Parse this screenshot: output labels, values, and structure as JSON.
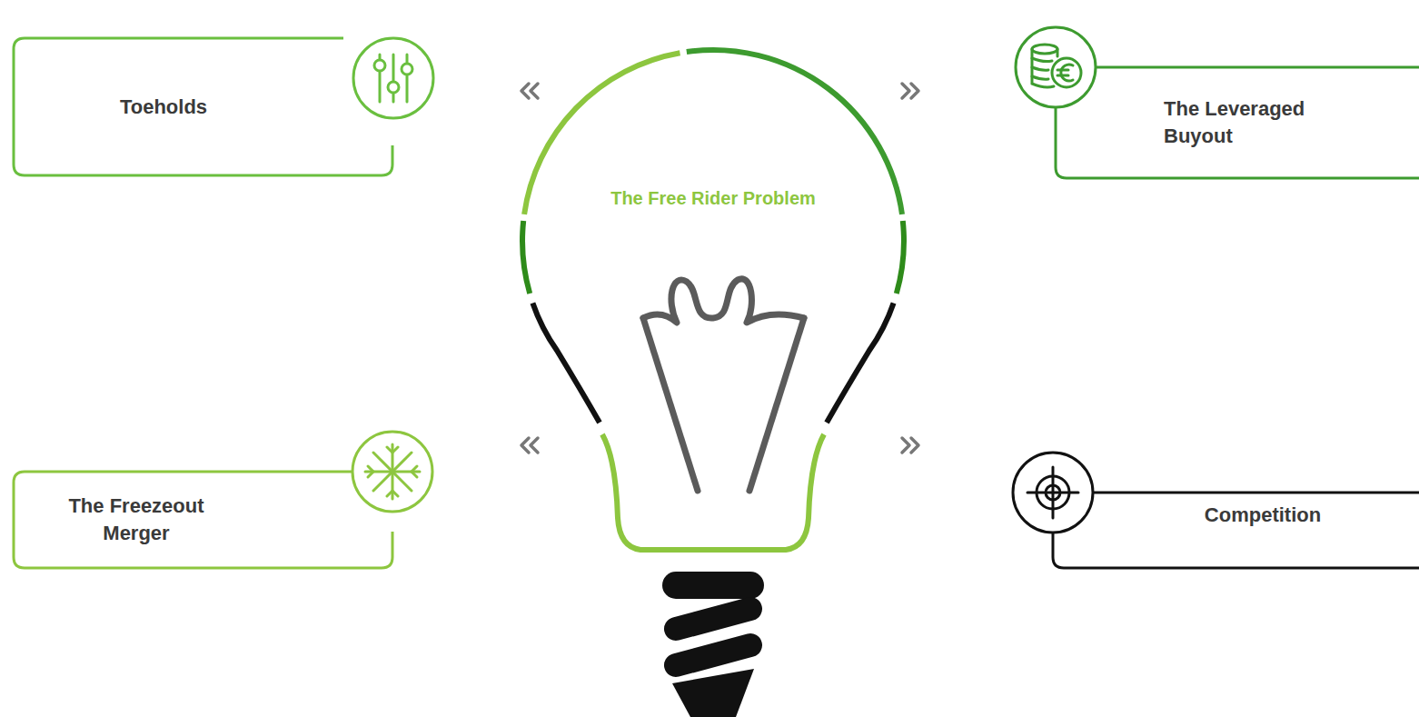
{
  "diagram": {
    "nodes": [
      {
        "text": [
          "Toeholds"
        ]
      },
      {
        "text": [
          "The Free Rider Problem"
        ]
      },
      {
        "text": [
          "The Leveraged Buyout"
        ]
      },
      {
        "text": [
          "The Freezeout Merger"
        ]
      },
      {
        "text": [
          "Competition"
        ]
      }
    ]
  }
}
